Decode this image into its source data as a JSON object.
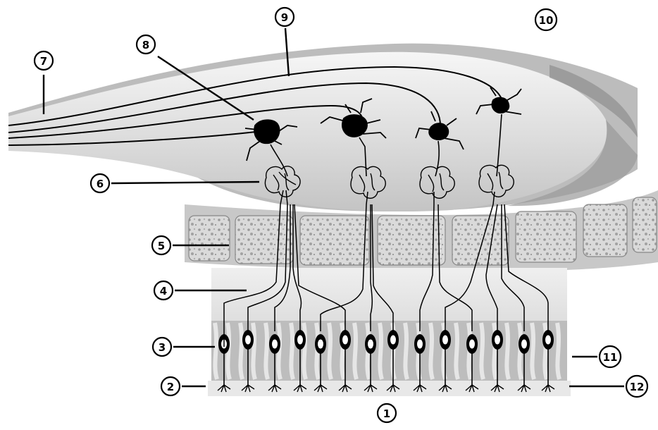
{
  "figure": {
    "callouts": [
      {
        "id": "c1",
        "label": "1"
      },
      {
        "id": "c2",
        "label": "2"
      },
      {
        "id": "c3",
        "label": "3"
      },
      {
        "id": "c4",
        "label": "4"
      },
      {
        "id": "c5",
        "label": "5"
      },
      {
        "id": "c6",
        "label": "6"
      },
      {
        "id": "c7",
        "label": "7"
      },
      {
        "id": "c8",
        "label": "8"
      },
      {
        "id": "c9",
        "label": "9"
      },
      {
        "id": "c10",
        "label": "10"
      },
      {
        "id": "c11",
        "label": "11"
      },
      {
        "id": "c12",
        "label": "12"
      }
    ],
    "colors": {
      "bulb_light": "#f4f4f4",
      "bulb_mid": "#d8d8d8",
      "bulb_dark": "#a8a8a8",
      "bone": "#d6d6d6",
      "epithelium": "#bdbdbd",
      "neuron": "#000000"
    }
  }
}
